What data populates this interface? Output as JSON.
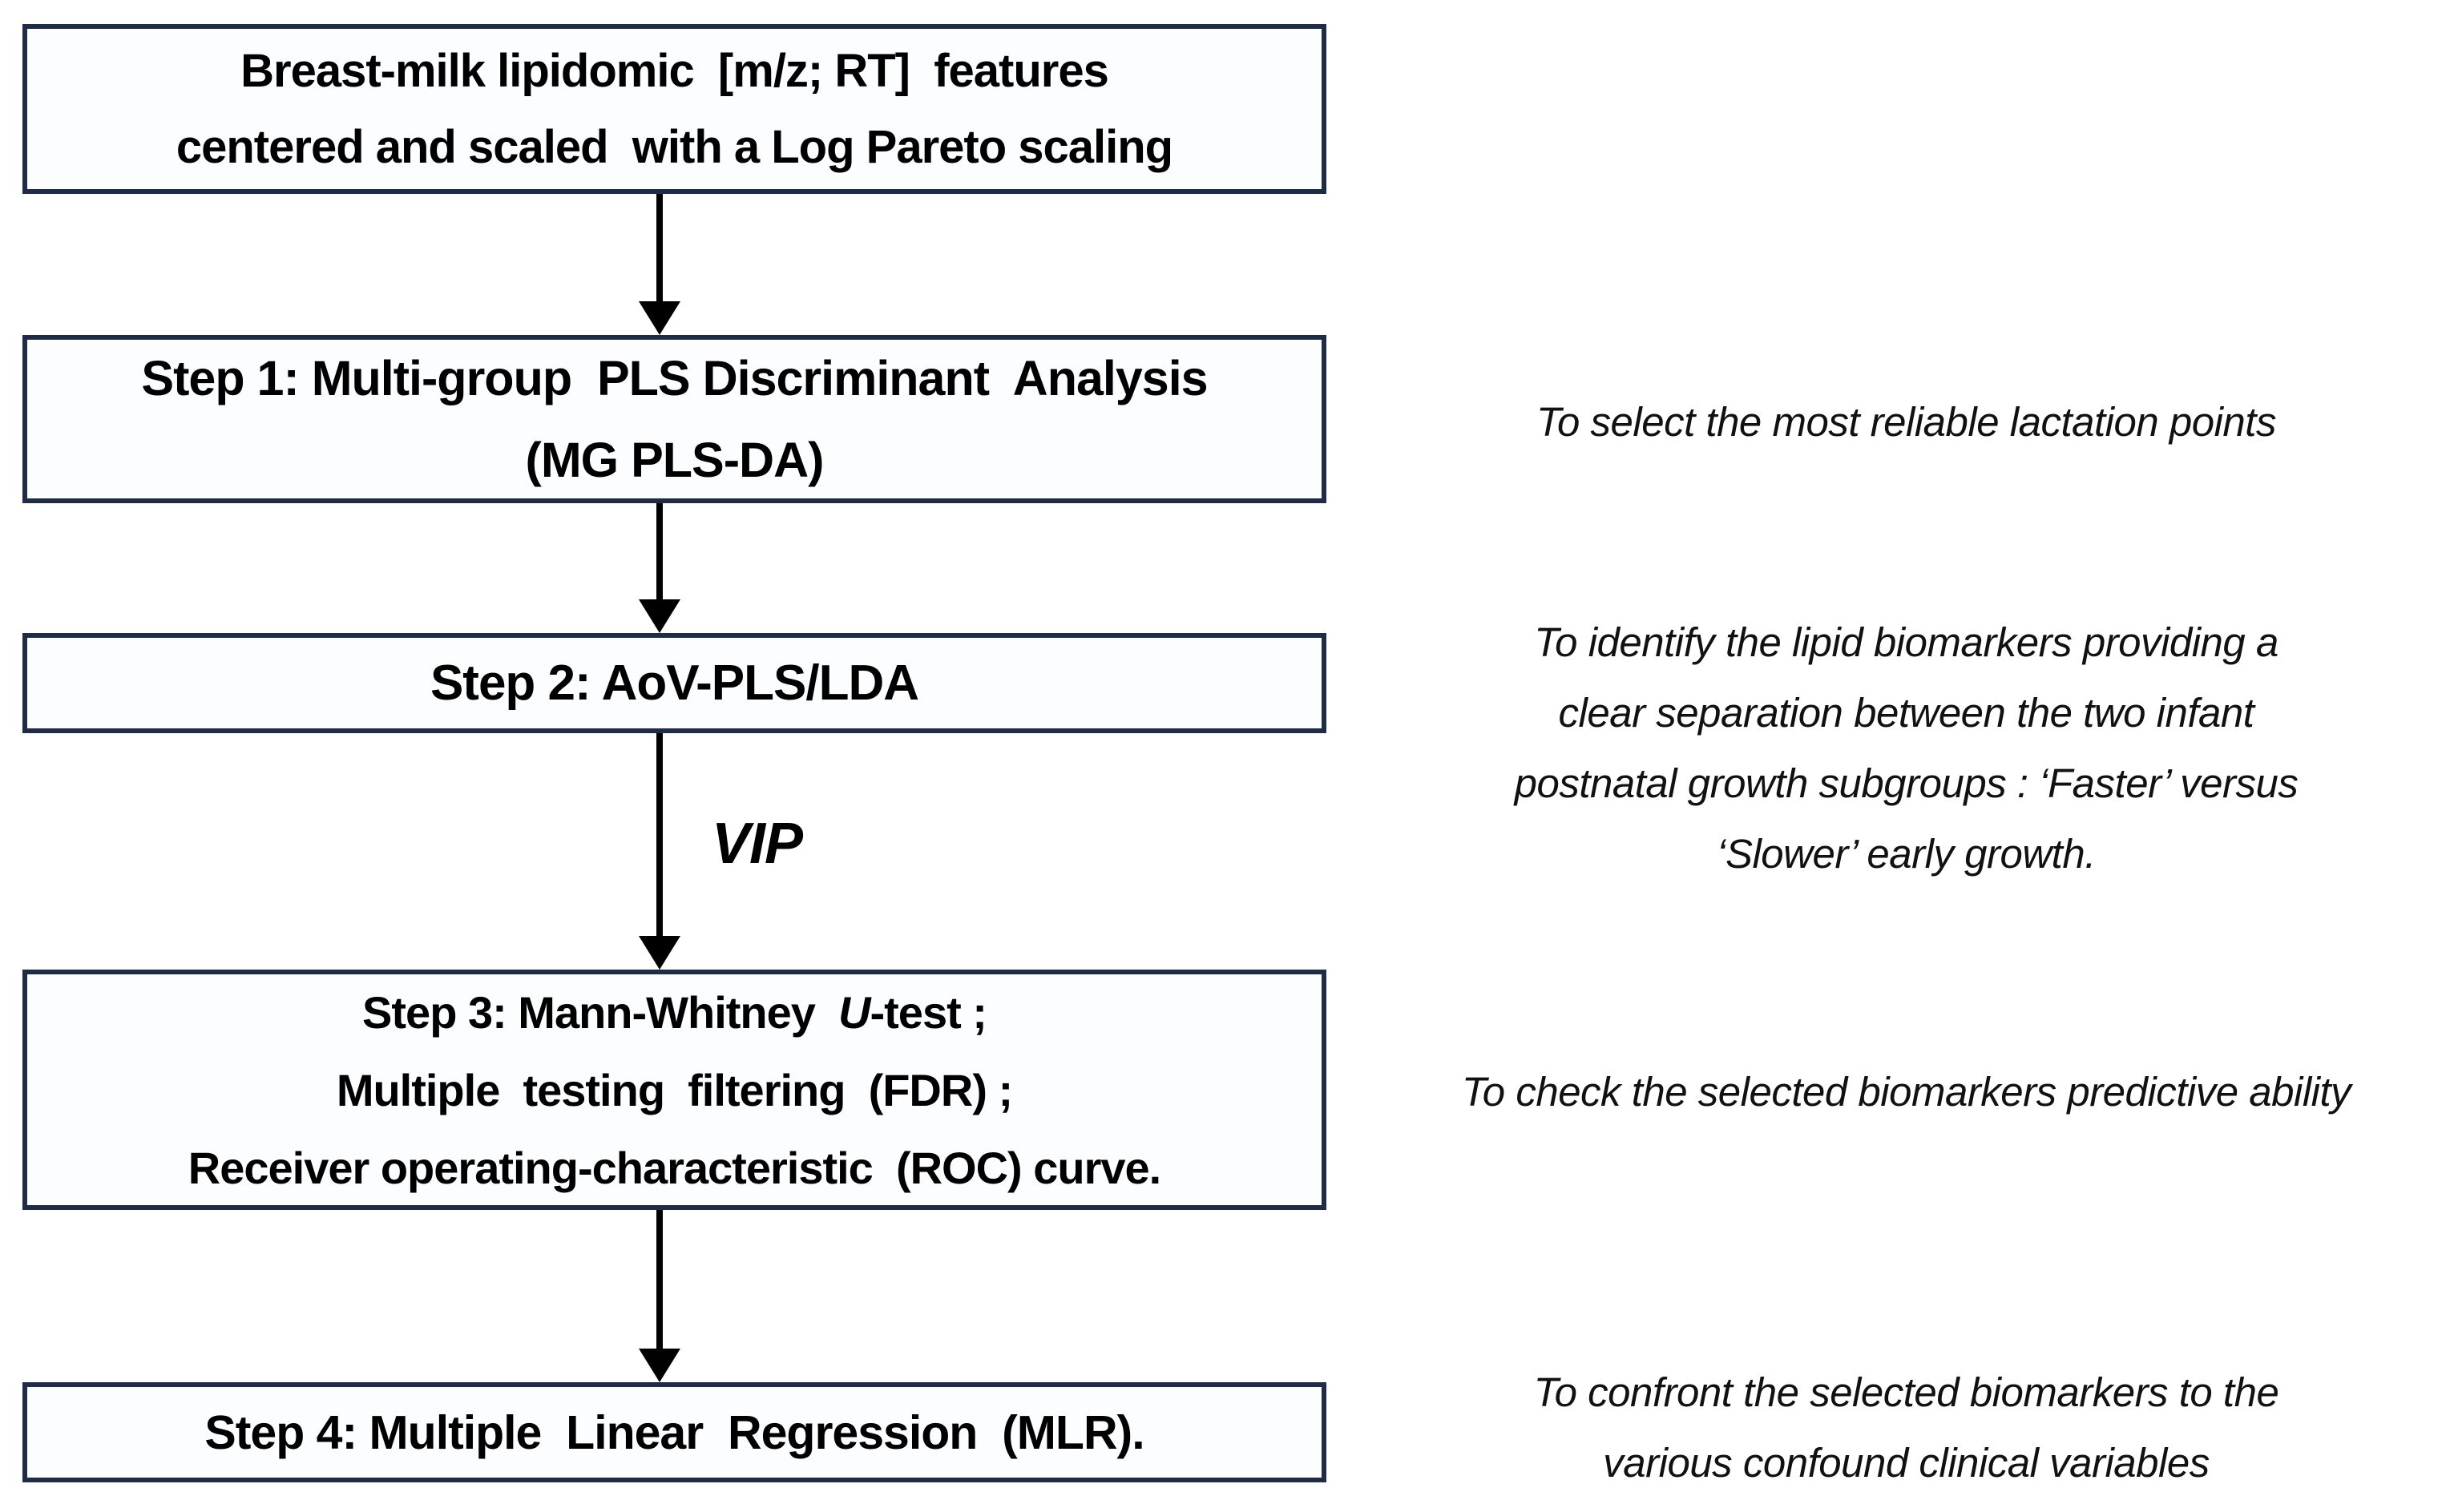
{
  "boxes": {
    "input": {
      "line1": "Breast-milk lipidomic  [m/z; RT]  features",
      "line2": "centered and scaled  with a Log Pareto scaling"
    },
    "step1": {
      "line1": "Step 1: Multi-group  PLS Discriminant  Analysis",
      "line2": "(MG PLS-DA)"
    },
    "step2": {
      "line1": "Step 2: AoV-PLS/LDA"
    },
    "step3": {
      "line1_prefix": "Step 3: Mann-Whitney  ",
      "line1_italic": "U",
      "line1_suffix": "-test ;",
      "line2": "Multiple  testing  filtering  (FDR) ;",
      "line3": "Receiver operating-characteristic  (ROC) curve."
    },
    "step4": {
      "line1": "Step 4: Multiple  Linear  Regression  (MLR)."
    }
  },
  "arrows": {
    "vip_label": "VIP"
  },
  "annotations": {
    "step1": {
      "lines": [
        "To select the most reliable lactation points"
      ]
    },
    "step2": {
      "lines": [
        "To identify the lipid biomarkers providing a",
        "clear separation between the two infant",
        "postnatal growth subgroups : ‘Faster’ versus",
        "‘Slower’ early growth."
      ]
    },
    "step3": {
      "lines": [
        "To check the selected biomarkers predictive ability"
      ]
    },
    "step4": {
      "lines": [
        "To confront the selected biomarkers to the",
        "various confound clinical variables"
      ]
    }
  },
  "colors": {
    "border": "#1f2b47",
    "box_fill": "#fcfdff",
    "text": "#000000",
    "annotation_text": "#111111",
    "arrow": "#000000"
  }
}
